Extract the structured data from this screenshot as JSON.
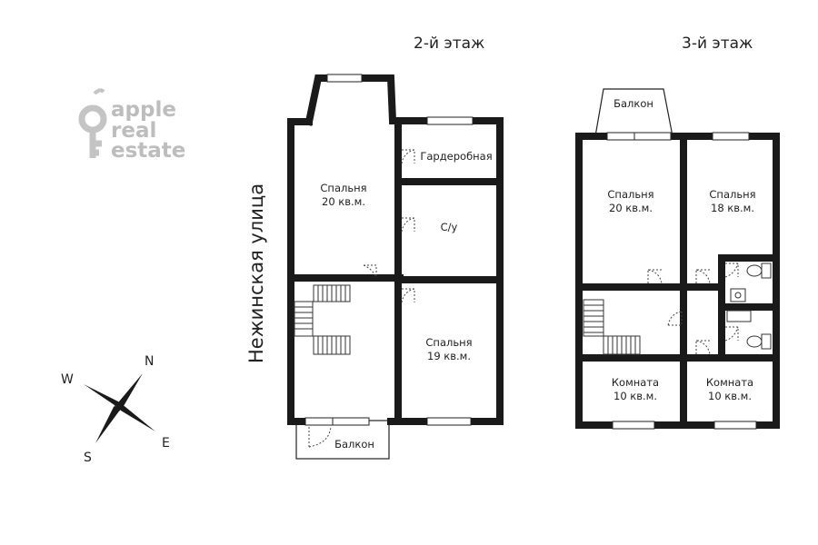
{
  "logo": {
    "lines": [
      "apple",
      "real",
      "estate"
    ]
  },
  "street": "Нежинская улица",
  "compass": {
    "n": "N",
    "w": "W",
    "e": "E",
    "s": "S"
  },
  "floor2": {
    "title": "2-й этаж",
    "rooms": {
      "bedroom_a": {
        "name": "Спальня",
        "area": "20 кв.м."
      },
      "wardrobe": {
        "name": "Гардеробная"
      },
      "bathroom": {
        "name": "С/у"
      },
      "bedroom_b": {
        "name": "Спальня",
        "area": "19 кв.м."
      },
      "balcony": {
        "name": "Балкон"
      }
    }
  },
  "floor3": {
    "title": "3-й этаж",
    "rooms": {
      "balcony": {
        "name": "Балкон"
      },
      "bedroom_a": {
        "name": "Спальня",
        "area": "20 кв.м."
      },
      "bedroom_b": {
        "name": "Спальня",
        "area": "18 кв.м."
      },
      "room_a": {
        "name": "Комната",
        "area": "10 кв.м."
      },
      "room_b": {
        "name": "Комната",
        "area": "10 кв.м."
      }
    }
  }
}
